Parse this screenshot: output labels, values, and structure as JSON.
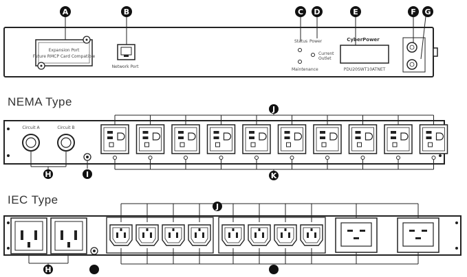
{
  "sections": {
    "nema_title": "NEMA Type",
    "iec_title": "IEC Type"
  },
  "callouts": {
    "A": "A",
    "B": "B",
    "C": "C",
    "D": "D",
    "E": "E",
    "F": "F",
    "G": "G",
    "H": "H",
    "I": "I",
    "J": "J",
    "K": "K"
  },
  "front_panel": {
    "brand": "CyberPower",
    "model_text": "PDU20SWT10ATNET",
    "expansion_port_line1": "Expansion Port",
    "expansion_port_line2": "Future RMCP Card Compatible",
    "network_port_label": "Network Port",
    "status_label": "Status",
    "power_label": "Power",
    "maintenance_label": "Maintenance",
    "display_label1": "Current",
    "display_label2": "Outlet"
  },
  "nema": {
    "input_labels": [
      "Circuit A",
      "Circuit B"
    ],
    "outlet_count": 10
  },
  "iec": {
    "c13_outlet_count": 8,
    "c19_outlet_count": 2,
    "inlet_count": 2
  },
  "colors": {
    "line": "#222222",
    "callout_fill": "#111111",
    "panel_fill": "#ffffff"
  }
}
